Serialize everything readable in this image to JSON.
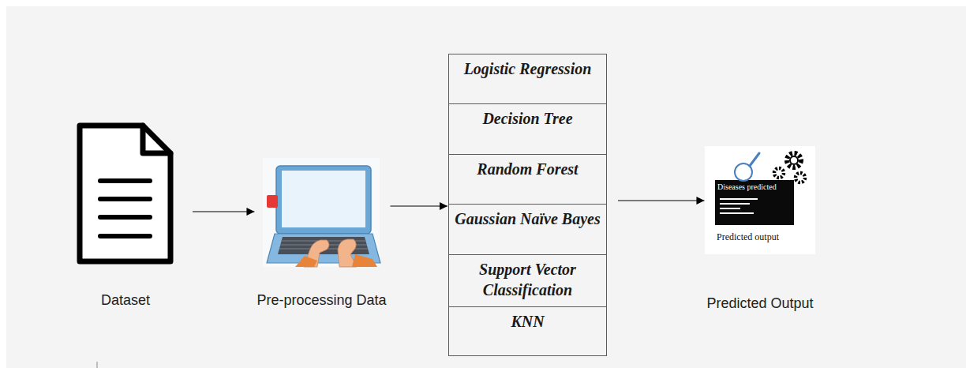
{
  "diagram": {
    "nodes": [
      {
        "text": [
          "Dataset"
        ]
      },
      {
        "text": [
          "Pre-processing Data"
        ]
      },
      {
        "text": [
          "Logistic Regression"
        ]
      },
      {
        "text": [
          "Decision Tree"
        ]
      },
      {
        "text": [
          "Random Forest"
        ]
      },
      {
        "text": [
          "Gaussian Naïve Bayes"
        ]
      },
      {
        "text": [
          "Support Vector Classification"
        ]
      },
      {
        "text": [
          "KNN"
        ]
      },
      {
        "text": [
          "Diseases predicted",
          "Predicted output",
          "Predicted Output"
        ]
      }
    ],
    "edges": [
      {
        "from": 0,
        "to": 1,
        "arrow": "to"
      },
      {
        "from": 1,
        "to": 5,
        "arrow": "to"
      },
      {
        "from": 4,
        "to": 8,
        "arrow": "to"
      }
    ]
  }
}
